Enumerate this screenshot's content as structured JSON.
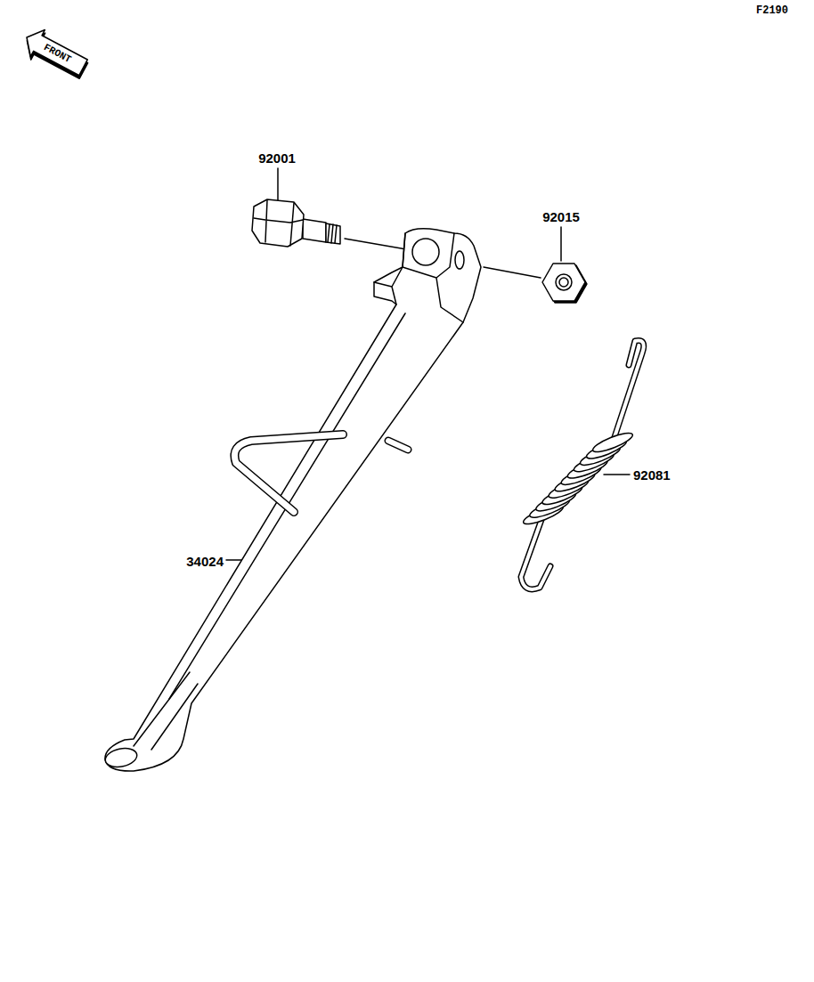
{
  "diagram": {
    "labels": [
      "F2190",
      "FRONT",
      "92001",
      "92015",
      "92081",
      "34024"
    ]
  }
}
